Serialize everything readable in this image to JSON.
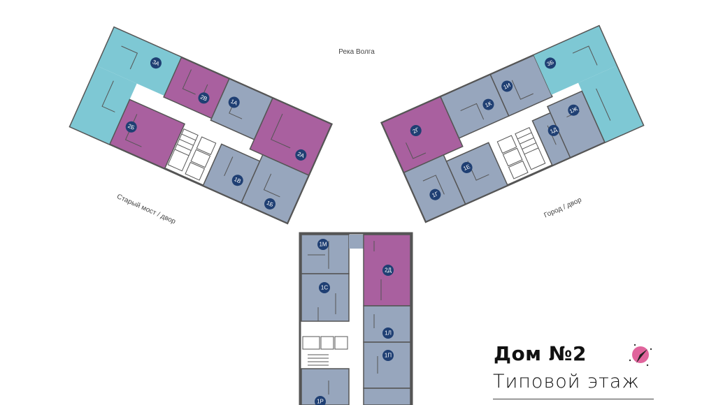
{
  "labels": {
    "river": "Река Волга",
    "old_bridge": "Старый мост / двор",
    "city": "Город / двор"
  },
  "title": {
    "house": "Дом №2",
    "floor": "Типовой этаж"
  },
  "colors": {
    "one_room": "#97a6bd",
    "two_room": "#a9609f",
    "three_room": "#7ec8d4",
    "badge": "#1f3f73",
    "wall": "#555555"
  },
  "left_wing": {
    "apartments": [
      "3А",
      "2В",
      "1А",
      "2А",
      "2Б",
      "1В",
      "1Б"
    ]
  },
  "right_wing": {
    "apartments": [
      "2Г",
      "1К",
      "1И",
      "3Б",
      "1Г",
      "1Е",
      "1Д",
      "1Ж"
    ]
  },
  "bottom_wing": {
    "apartments": [
      "1М",
      "1С",
      "1Р",
      "2Д",
      "1Л",
      "1П"
    ]
  },
  "compass_icon": "compass-rose"
}
